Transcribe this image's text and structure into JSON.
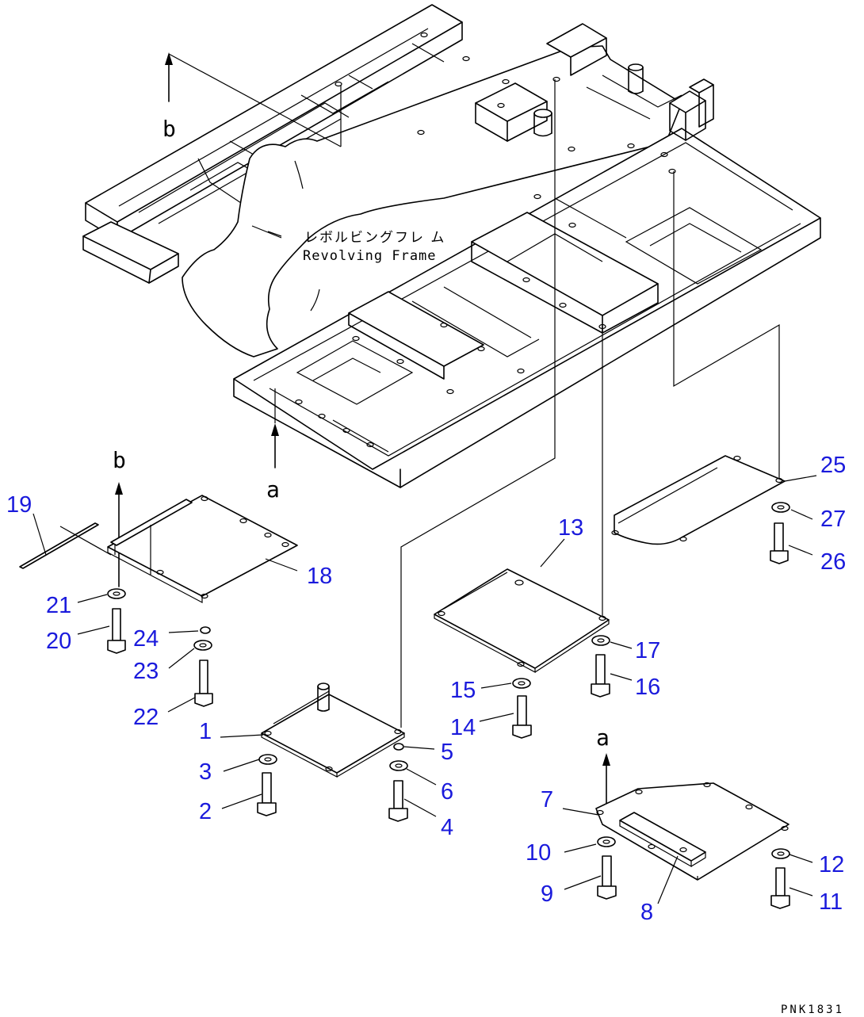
{
  "diagram": {
    "frame_label_jp": "レボルビングフレ ム",
    "frame_label_en": "Revolving Frame",
    "ref_a_top": "a",
    "ref_b_top": "b",
    "ref_a_lower": "a",
    "ref_b_lower": "b",
    "drawing_code": "PNK1831",
    "colors": {
      "callout": "#1a1adc",
      "line": "#000000"
    },
    "parts": [
      {
        "id": "p1",
        "label": "1"
      },
      {
        "id": "p2",
        "label": "2"
      },
      {
        "id": "p3",
        "label": "3"
      },
      {
        "id": "p4",
        "label": "4"
      },
      {
        "id": "p5",
        "label": "5"
      },
      {
        "id": "p6",
        "label": "6"
      },
      {
        "id": "p7",
        "label": "7"
      },
      {
        "id": "p8",
        "label": "8"
      },
      {
        "id": "p9",
        "label": "9"
      },
      {
        "id": "p10",
        "label": "10"
      },
      {
        "id": "p11",
        "label": "11"
      },
      {
        "id": "p12",
        "label": "12"
      },
      {
        "id": "p13",
        "label": "13"
      },
      {
        "id": "p14",
        "label": "14"
      },
      {
        "id": "p15",
        "label": "15"
      },
      {
        "id": "p16",
        "label": "16"
      },
      {
        "id": "p17",
        "label": "17"
      },
      {
        "id": "p18",
        "label": "18"
      },
      {
        "id": "p19",
        "label": "19"
      },
      {
        "id": "p20",
        "label": "20"
      },
      {
        "id": "p21",
        "label": "21"
      },
      {
        "id": "p22",
        "label": "22"
      },
      {
        "id": "p23",
        "label": "23"
      },
      {
        "id": "p24",
        "label": "24"
      },
      {
        "id": "p25",
        "label": "25"
      },
      {
        "id": "p26",
        "label": "26"
      },
      {
        "id": "p27",
        "label": "27"
      }
    ]
  }
}
